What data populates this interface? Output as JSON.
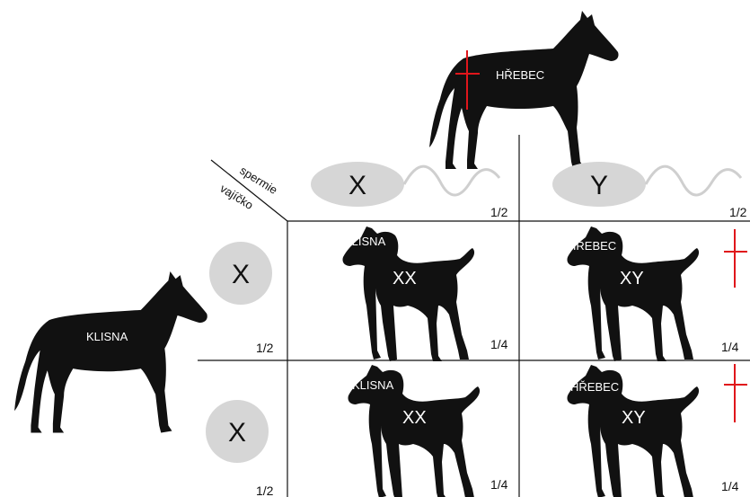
{
  "parents": {
    "stallion": {
      "label": "HŘEBEC"
    },
    "mare": {
      "label": "KLISNA"
    }
  },
  "header": {
    "sperm_label": "spermie",
    "egg_label": "vajíčko"
  },
  "sperm": [
    {
      "allele": "X",
      "prob": "1/2"
    },
    {
      "allele": "Y",
      "prob": "1/2"
    }
  ],
  "eggs": [
    {
      "allele": "X",
      "prob": "1/2"
    },
    {
      "allele": "X",
      "prob": "1/2"
    }
  ],
  "offspring": [
    {
      "sex_label": "KLISNA",
      "genotype": "XX",
      "prob": "1/4",
      "male": false
    },
    {
      "sex_label": "HŘEBEC",
      "genotype": "XY",
      "prob": "1/4",
      "male": true
    },
    {
      "sex_label": "KLISNA",
      "genotype": "XX",
      "prob": "1/4",
      "male": false
    },
    {
      "sex_label": "HŘEBEC",
      "genotype": "XY",
      "prob": "1/4",
      "male": true
    }
  ],
  "colors": {
    "silhouette": "#111111",
    "gamete": "#d6d6d6",
    "male_symbol": "#e0161b"
  }
}
